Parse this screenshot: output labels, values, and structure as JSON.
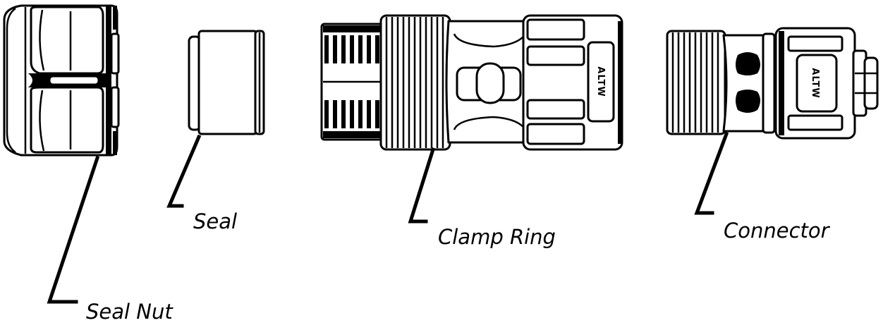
{
  "diagram": {
    "parts": [
      {
        "id": "seal-nut",
        "label": "Seal Nut"
      },
      {
        "id": "seal",
        "label": "Seal"
      },
      {
        "id": "clamp-ring",
        "label": "Clamp Ring",
        "marking": "ALTW"
      },
      {
        "id": "connector",
        "label": "Connector",
        "marking": "ALTW"
      }
    ]
  }
}
